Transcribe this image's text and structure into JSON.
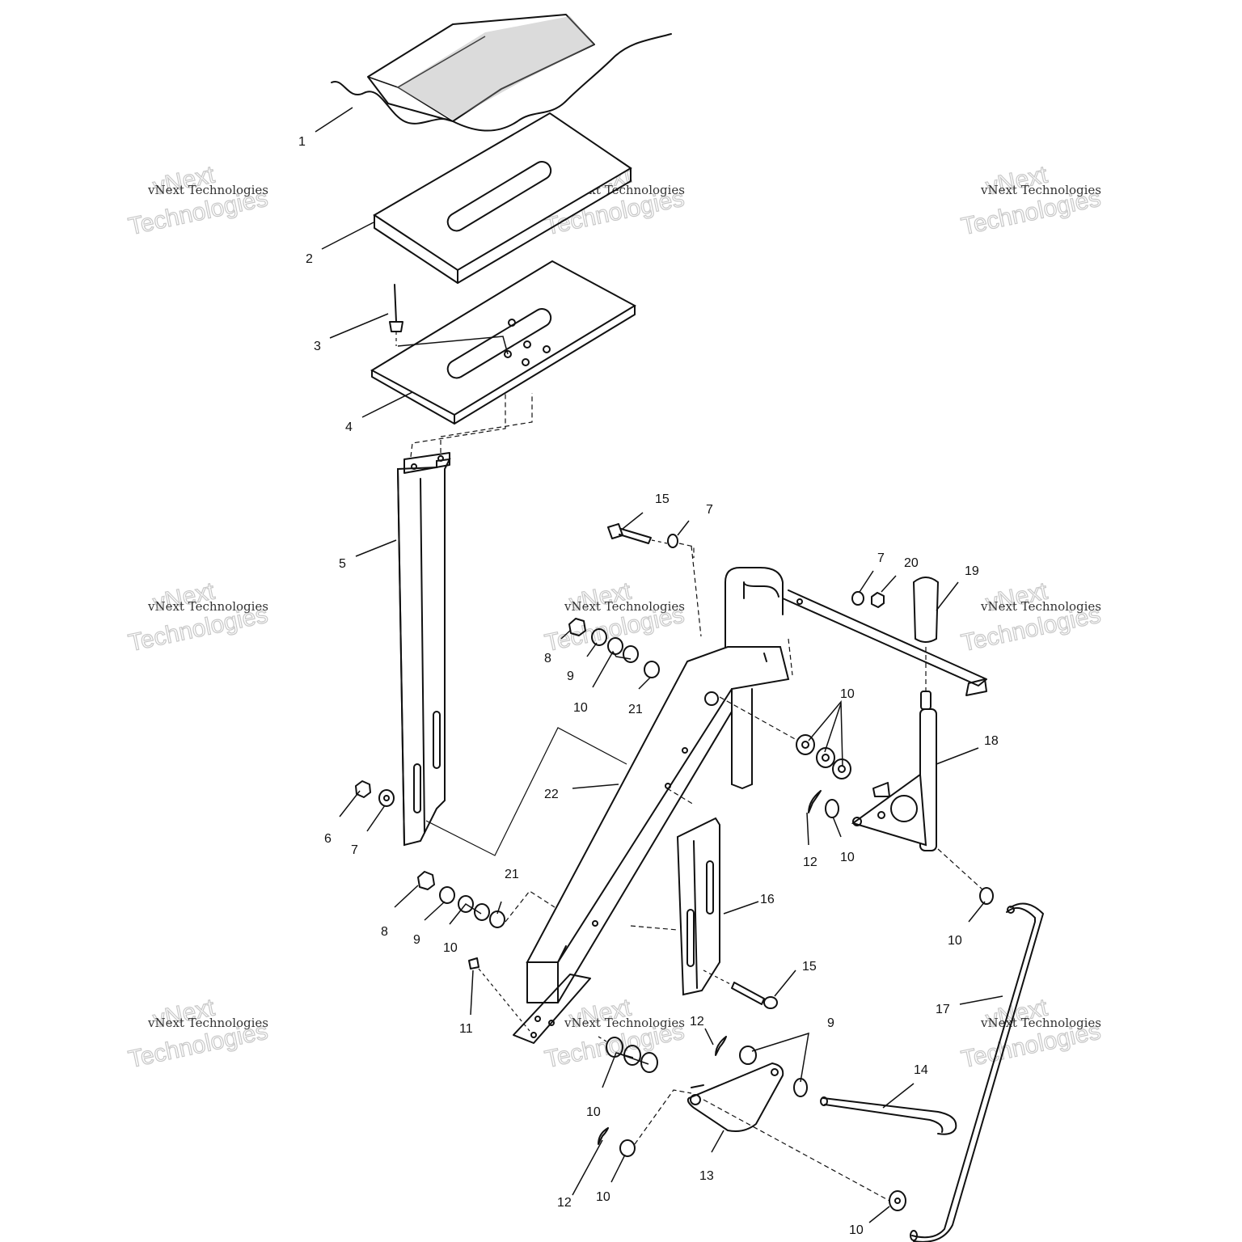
{
  "watermark": {
    "line_small": "vNext Technologies",
    "line_big_1": "vNext",
    "line_big_2": "Technologies"
  },
  "callouts": [
    {
      "id": "c1",
      "label": "1"
    },
    {
      "id": "c2",
      "label": "2"
    },
    {
      "id": "c3",
      "label": "3"
    },
    {
      "id": "c4",
      "label": "4"
    },
    {
      "id": "c5",
      "label": "5"
    },
    {
      "id": "c6",
      "label": "6"
    },
    {
      "id": "c7a",
      "label": "7"
    },
    {
      "id": "c7b",
      "label": "7"
    },
    {
      "id": "c7c",
      "label": "7"
    },
    {
      "id": "c8a",
      "label": "8"
    },
    {
      "id": "c8b",
      "label": "8"
    },
    {
      "id": "c9a",
      "label": "9"
    },
    {
      "id": "c9b",
      "label": "9"
    },
    {
      "id": "c9c",
      "label": "9"
    },
    {
      "id": "c10a",
      "label": "10"
    },
    {
      "id": "c10b",
      "label": "10"
    },
    {
      "id": "c10c",
      "label": "10"
    },
    {
      "id": "c10d",
      "label": "10"
    },
    {
      "id": "c10e",
      "label": "10"
    },
    {
      "id": "c10f",
      "label": "10"
    },
    {
      "id": "c10g",
      "label": "10"
    },
    {
      "id": "c10h",
      "label": "10"
    },
    {
      "id": "c11",
      "label": "11"
    },
    {
      "id": "c12a",
      "label": "12"
    },
    {
      "id": "c12b",
      "label": "12"
    },
    {
      "id": "c12c",
      "label": "12"
    },
    {
      "id": "c13",
      "label": "13"
    },
    {
      "id": "c14",
      "label": "14"
    },
    {
      "id": "c15a",
      "label": "15"
    },
    {
      "id": "c15b",
      "label": "15"
    },
    {
      "id": "c16",
      "label": "16"
    },
    {
      "id": "c17",
      "label": "17"
    },
    {
      "id": "c18",
      "label": "18"
    },
    {
      "id": "c19",
      "label": "19"
    },
    {
      "id": "c20",
      "label": "20"
    },
    {
      "id": "c21a",
      "label": "21"
    },
    {
      "id": "c21b",
      "label": "21"
    },
    {
      "id": "c22",
      "label": "22"
    }
  ]
}
